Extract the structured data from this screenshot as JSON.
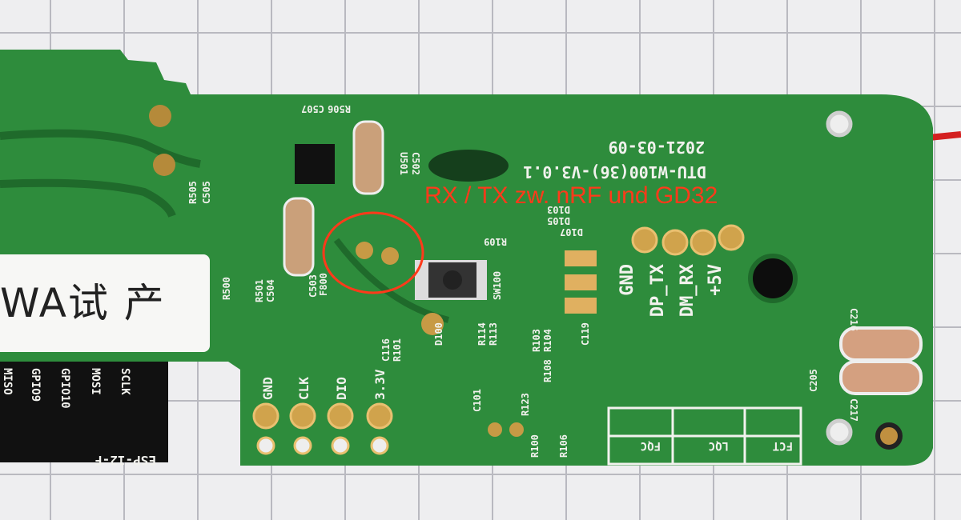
{
  "annotation": {
    "text": "RX / TX zw. nRF und GD32",
    "color": "#ff3a1a"
  },
  "sticker": {
    "text": "WA试 产"
  },
  "silkscreen": {
    "date": "2021-03-09",
    "board_id": "DTU-W100(36)-V3.0.1",
    "uart_pins": [
      "GND",
      "DP_TX",
      "DM_RX",
      "+5V"
    ],
    "debug_pins": [
      "GND",
      "CLK",
      "DIO",
      "3.3V"
    ],
    "module": "ESP-12-F",
    "module_pins": [
      "MISO",
      "GPIO9",
      "GPIO10",
      "MOSI",
      "SCLK"
    ],
    "qc_boxes": [
      "FQC",
      "LQC",
      "FCT"
    ],
    "refs": [
      "C507",
      "R506",
      "C502",
      "U501",
      "R505",
      "C505",
      "R500",
      "R501",
      "C504",
      "C503",
      "F800",
      "C116",
      "R101",
      "D100",
      "R114",
      "R113",
      "SW100",
      "R109",
      "D103",
      "D105",
      "D107",
      "C119",
      "R104",
      "R103",
      "R108",
      "C205",
      "C216",
      "C217",
      "R100",
      "R106",
      "R123",
      "C101"
    ]
  },
  "colors": {
    "pcb": "#2e8c3c",
    "silk": "#f2f2ee",
    "paper": "#eeeef0",
    "highlight": "#ff3a1a"
  }
}
